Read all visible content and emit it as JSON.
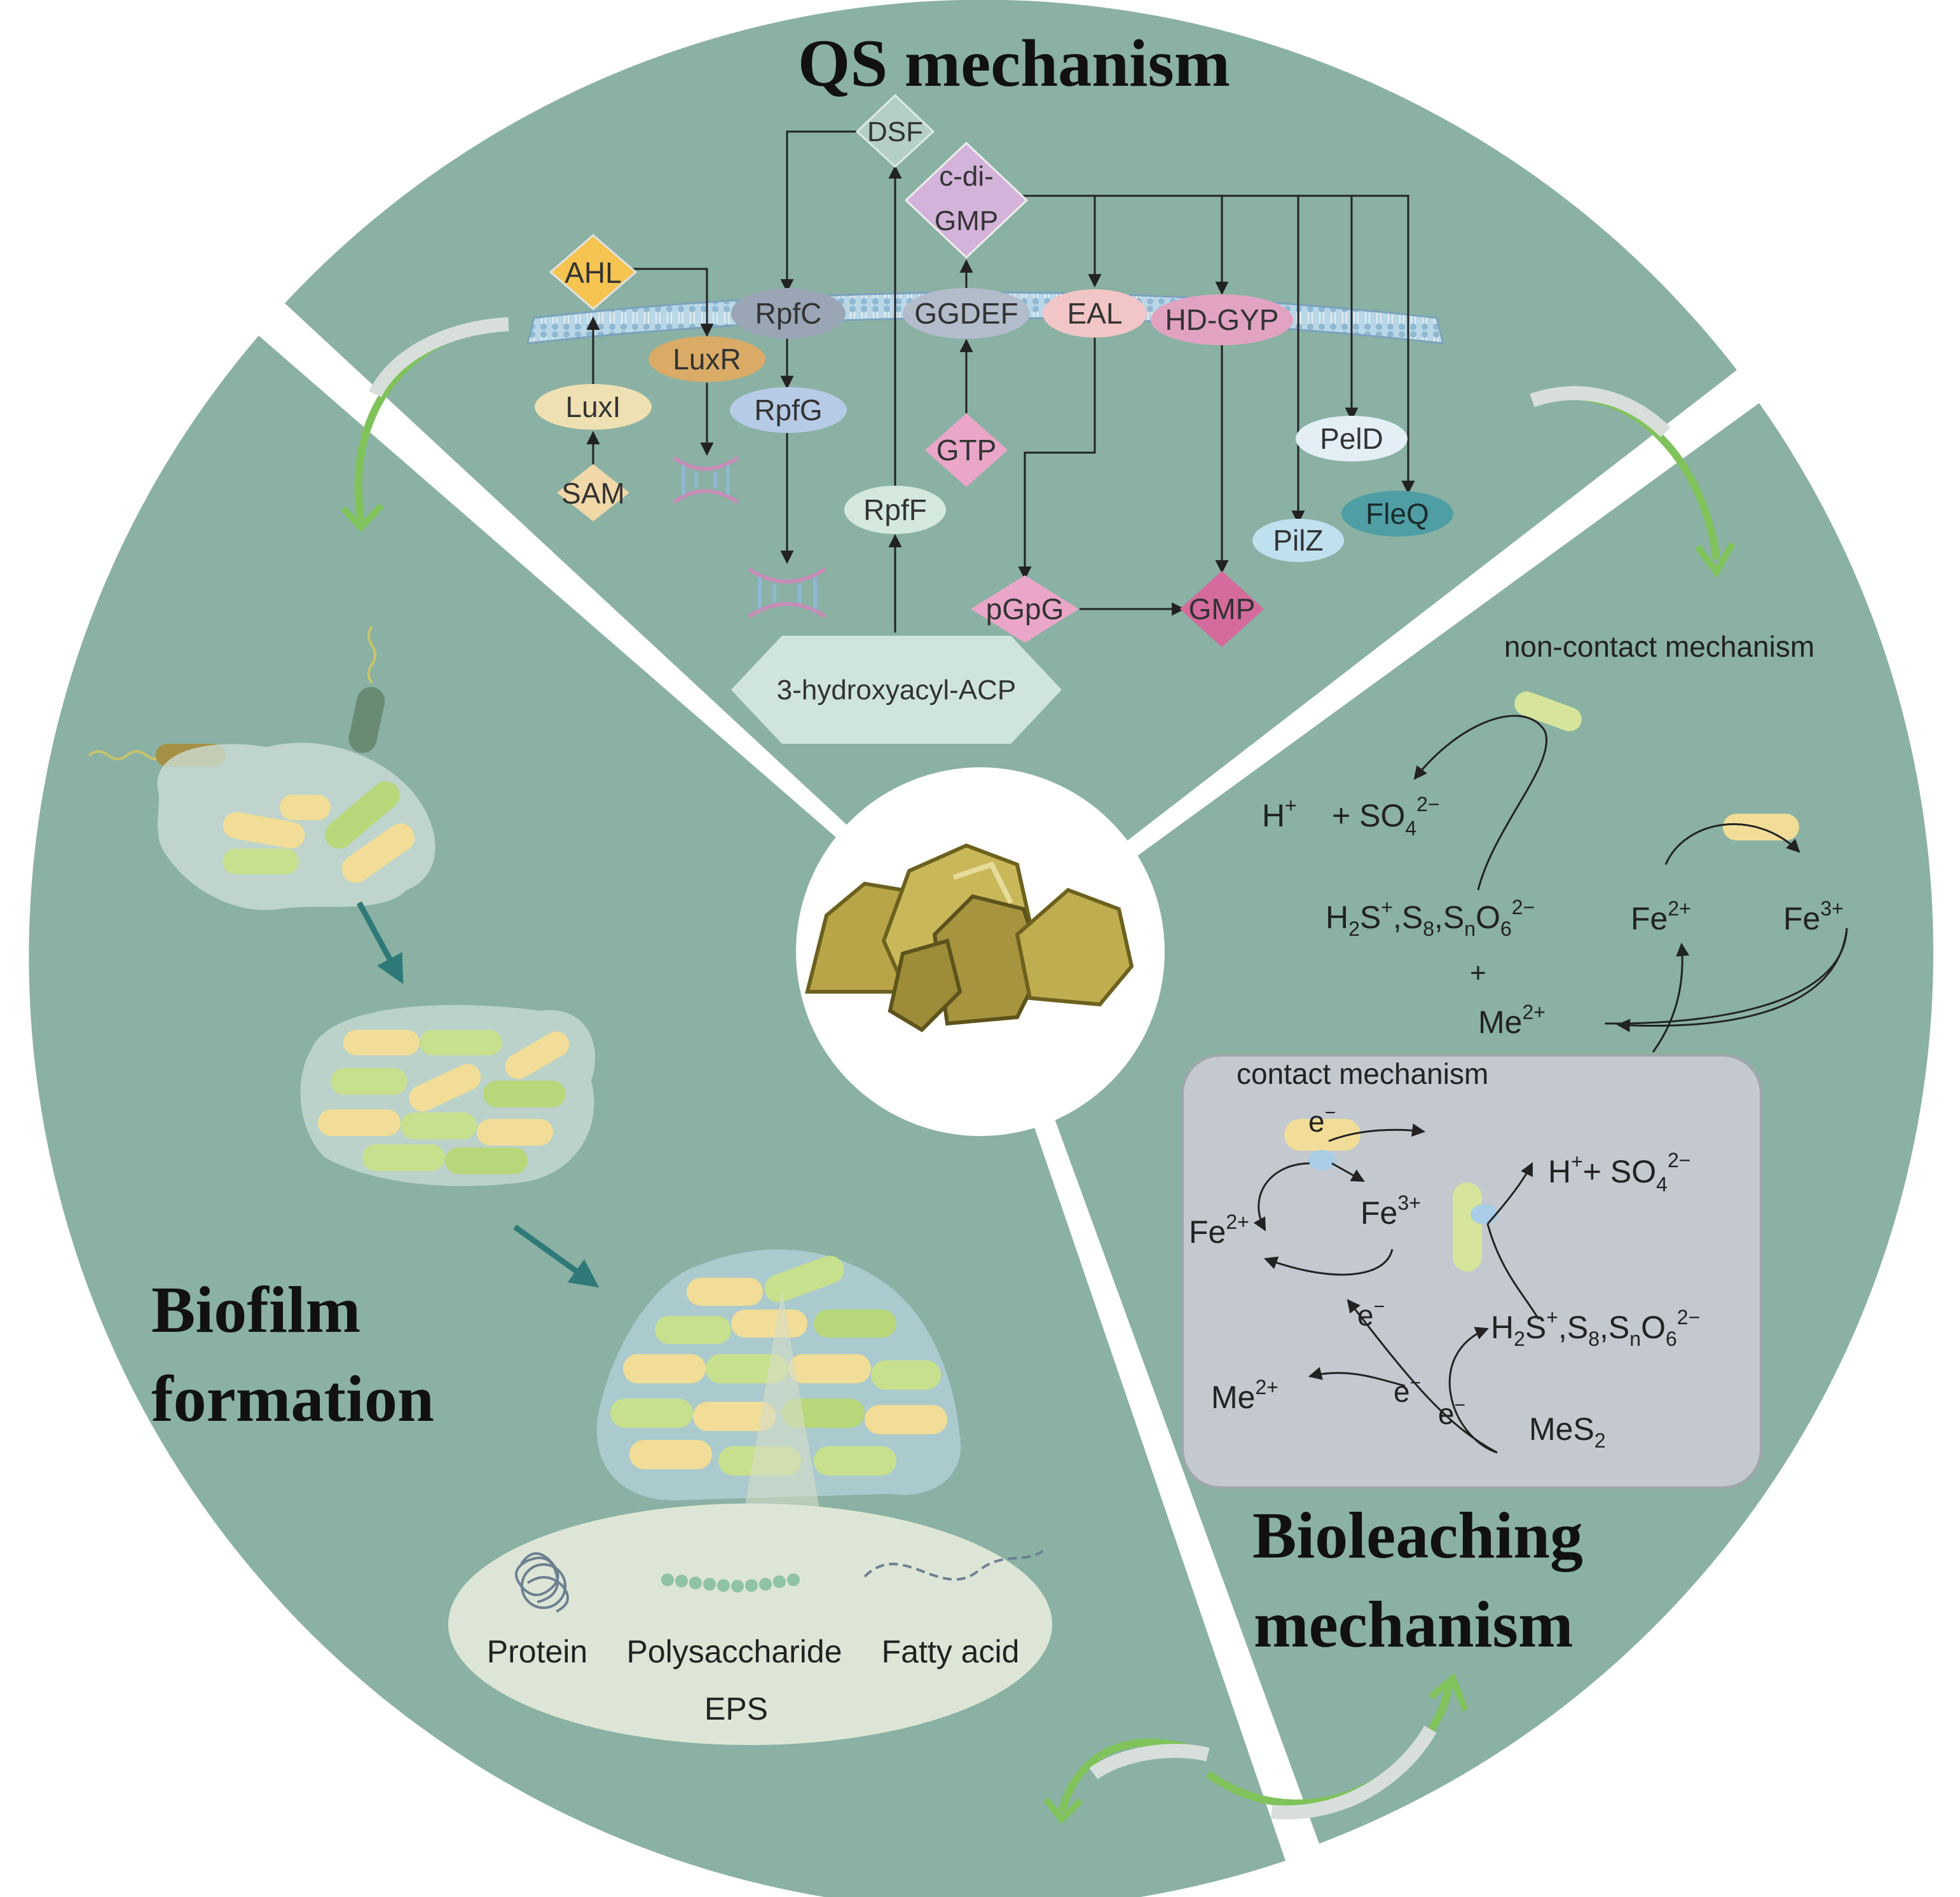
{
  "titles": {
    "qs": "QS mechanism",
    "biofilm_line1": "Biofilm",
    "biofilm_line2": "formation",
    "bioleach_line1": "Bioleaching",
    "bioleach_line2": "mechanism"
  },
  "qs": {
    "dsf": "DSF",
    "cdigmp_1": "c-di-",
    "cdigmp_2": "GMP",
    "ahl": "AHL",
    "rpfc": "RpfC",
    "ggdef": "GGDEF",
    "eal": "EAL",
    "hdgyp": "HD-GYP",
    "luxr": "LuxR",
    "luxi": "LuxI",
    "rpfg": "RpfG",
    "sam": "SAM",
    "gtp": "GTP",
    "peld": "PelD",
    "rpff": "RpfF",
    "pilz": "PilZ",
    "fleq": "FleQ",
    "pgpg": "pGpG",
    "gmp": "GMP",
    "acp": "3-hydroxyacyl-ACP"
  },
  "biofilm": {
    "protein": "Protein",
    "polysaccharide": "Polysaccharide",
    "fatty_acid": "Fatty acid",
    "eps": "EPS"
  },
  "bioleach": {
    "noncontact_title": "non-contact mechanism",
    "h_plus": "H",
    "plus_so4": "+ SO",
    "sulfur_species": "H2S+,S8,SnO62−",
    "fe2": "Fe",
    "fe3": "Fe",
    "plus": "+",
    "me2": "Me",
    "mes2": "MeS",
    "contact_title": "contact mechanism",
    "electron": "e",
    "h_plus_so4_contact": "H",
    "sub2": "2",
    "sup_plus": "+",
    "sup_2plus": "2+",
    "sup_3plus": "3+",
    "sup_2minus": "2−",
    "sup_minus": "−",
    "sub4": "4",
    "sub8": "8",
    "subn": "n",
    "sub6": "6",
    "s_text": "S",
    "o_text": "O"
  },
  "colors": {
    "panel": "#8ab1a3",
    "panel_dark": "#6f998a",
    "contact_box": "#c3c9cf",
    "ahl": "#f5c451",
    "luxr": "#d9ab67",
    "rpfg": "#b6cbe6",
    "gmp": "#d56b9c",
    "pgpg": "#eaa6c8",
    "fleq": "#4e9ea3",
    "arrow_green": "#7fc35a",
    "teal_arrow": "#2f7a78"
  }
}
